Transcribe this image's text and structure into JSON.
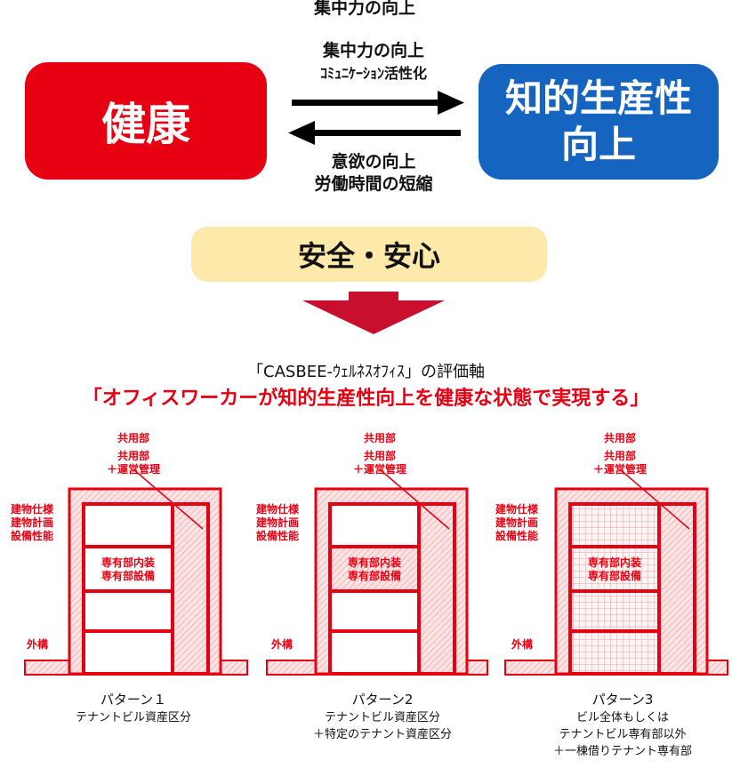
{
  "top_cut_text": "集中力の向上",
  "health_label": "健康",
  "productivity_label": [
    "知的生産性",
    "向上"
  ],
  "forward_effects": [
    "集中力の向上",
    "ｺﾐｭﾆｹｰｼｮﾝ活性化"
  ],
  "backward_effects": [
    "意欲の向上",
    "労働時間の短縮"
  ],
  "safety_label": "安全・安心",
  "axis_title": "「CASBEE-ｳｪﾙﾈｽｵﾌｨｽ」の評価軸",
  "axis_subtitle": "「オフィスワーカーが知的生産性向上を健康な状態で実現する」",
  "patterns": [
    {
      "label_common": "共用部",
      "label_common_ops": [
        "共用部",
        "＋運営管理"
      ],
      "label_building": [
        "建物仕様",
        "建物計画",
        "設備性能"
      ],
      "label_private": [
        "専有部内装",
        "専有部設備"
      ],
      "label_exterior": "外構",
      "name": "パターン１",
      "desc": [
        "テナントビル資産区分"
      ]
    },
    {
      "label_common": "共用部",
      "label_common_ops": [
        "共用部",
        "＋運営管理"
      ],
      "label_building": [
        "建物仕様",
        "建物計画",
        "設備性能"
      ],
      "label_private": [
        "専有部内装",
        "専有部設備"
      ],
      "label_exterior": "外構",
      "name": "パターン2",
      "desc": [
        "テナントビル資産区分",
        "＋特定のテナント資産区分"
      ]
    },
    {
      "label_common": "共用部",
      "label_common_ops": [
        "共用部",
        "＋運営管理"
      ],
      "label_building": [
        "建物仕様",
        "建物計画",
        "設備性能"
      ],
      "label_private": [
        "専有部内装",
        "専有部設備"
      ],
      "label_exterior": "外構",
      "name": "パターン3",
      "desc": [
        "ビル全体もしくは",
        "テナントビル専有部以外",
        "＋一棟借りテナント専有部"
      ]
    }
  ],
  "colors": {
    "red": "#e60012",
    "blue": "#1565c0",
    "yellow": "#fde9a9",
    "dark_red": "#c8102e"
  }
}
